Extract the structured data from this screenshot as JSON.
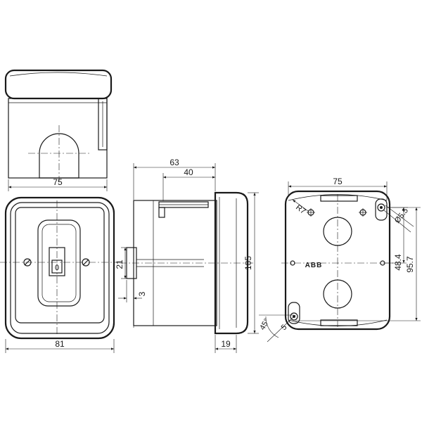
{
  "dimensions": {
    "top_width": "75",
    "front_width": "81",
    "depth_total": "63",
    "depth_inner": "40",
    "height": "105",
    "flange": "19",
    "boss_height": "21",
    "boss_depth": "3",
    "back_width": "75",
    "back_height": "95.7",
    "back_half": "48.4",
    "radius": "R7",
    "hole_dia": "Ø5.5",
    "angle": "45°",
    "mark": "5"
  },
  "brand": "ABB",
  "switch_label": "0"
}
